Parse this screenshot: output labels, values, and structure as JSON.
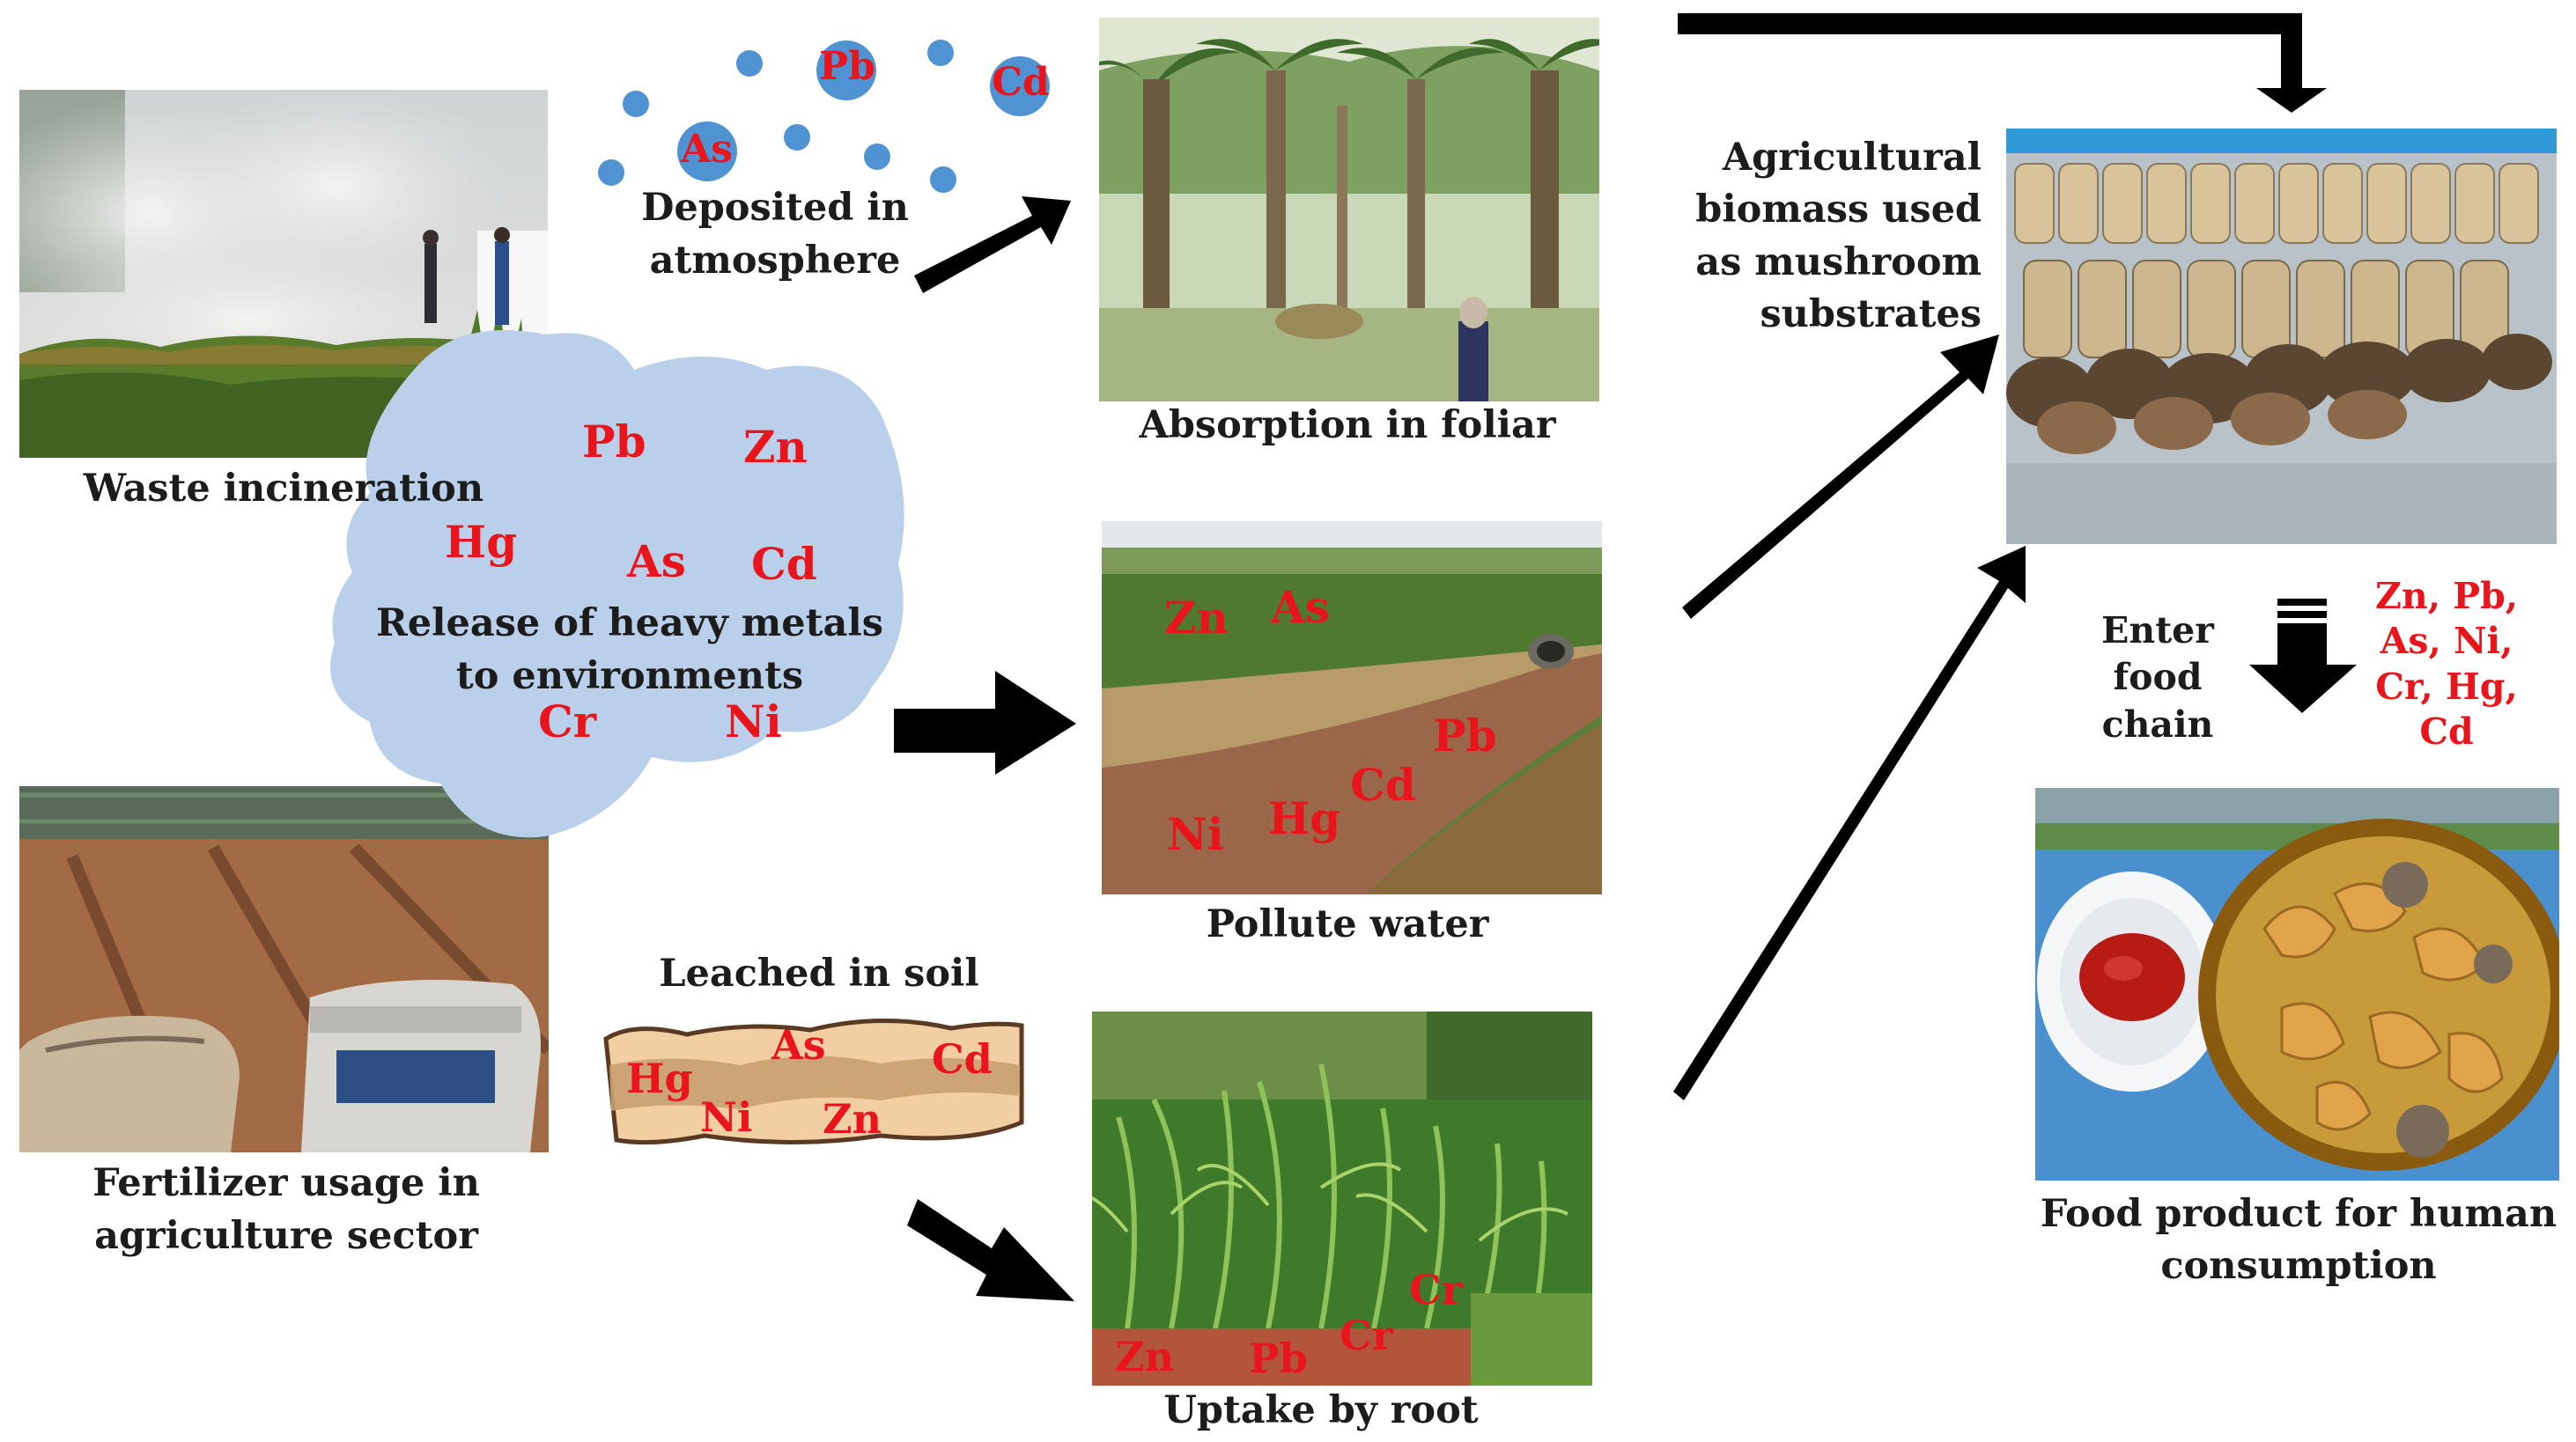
{
  "labels": {
    "waste_incineration": "Waste incineration",
    "deposited": [
      "Deposited in",
      "atmosphere"
    ],
    "absorption_foliar": "Absorption in foliar",
    "release": [
      "Release of heavy metals",
      "to environments"
    ],
    "pollute_water": "Pollute water",
    "fertilizer": [
      "Fertilizer usage in",
      "agriculture sector"
    ],
    "leached_soil": "Leached in soil",
    "uptake_root": "Uptake by root",
    "agri_biomass": [
      "Agricultural",
      "biomass used",
      "as mushroom",
      "substrates"
    ],
    "enter_food_chain": [
      "Enter food",
      "chain"
    ],
    "food_chain_metals": [
      "Zn, Pb,",
      "As, Ni,",
      "Cr, Hg,",
      "Cd"
    ],
    "food_product": [
      "Food product for human",
      "consumption"
    ]
  },
  "atmosphere_particles": [
    "Pb",
    "Cd",
    "As"
  ],
  "cloud_metals": [
    "Pb",
    "Zn",
    "Hg",
    "As",
    "Cd",
    "Cr",
    "Ni"
  ],
  "water_metals": [
    "Zn",
    "As",
    "Pb",
    "Cd",
    "Ni",
    "Hg"
  ],
  "soil_metals": [
    "As",
    "Cd",
    "Hg",
    "Ni",
    "Zn"
  ],
  "root_metals": [
    "Cr",
    "Cr",
    "Zn",
    "Pb"
  ],
  "colors": {
    "metal_text": "#e8161c",
    "particle": "#4f93d3",
    "cloud": "#b9cfea",
    "arrow": "#000000"
  },
  "icons": [
    "smoke-photo",
    "oil-palm-photo",
    "mushroom-bags-photo",
    "water-ditch-photo",
    "fertilizer-photo",
    "soil-layer",
    "corn-field-photo",
    "fried-mushroom-photo"
  ]
}
